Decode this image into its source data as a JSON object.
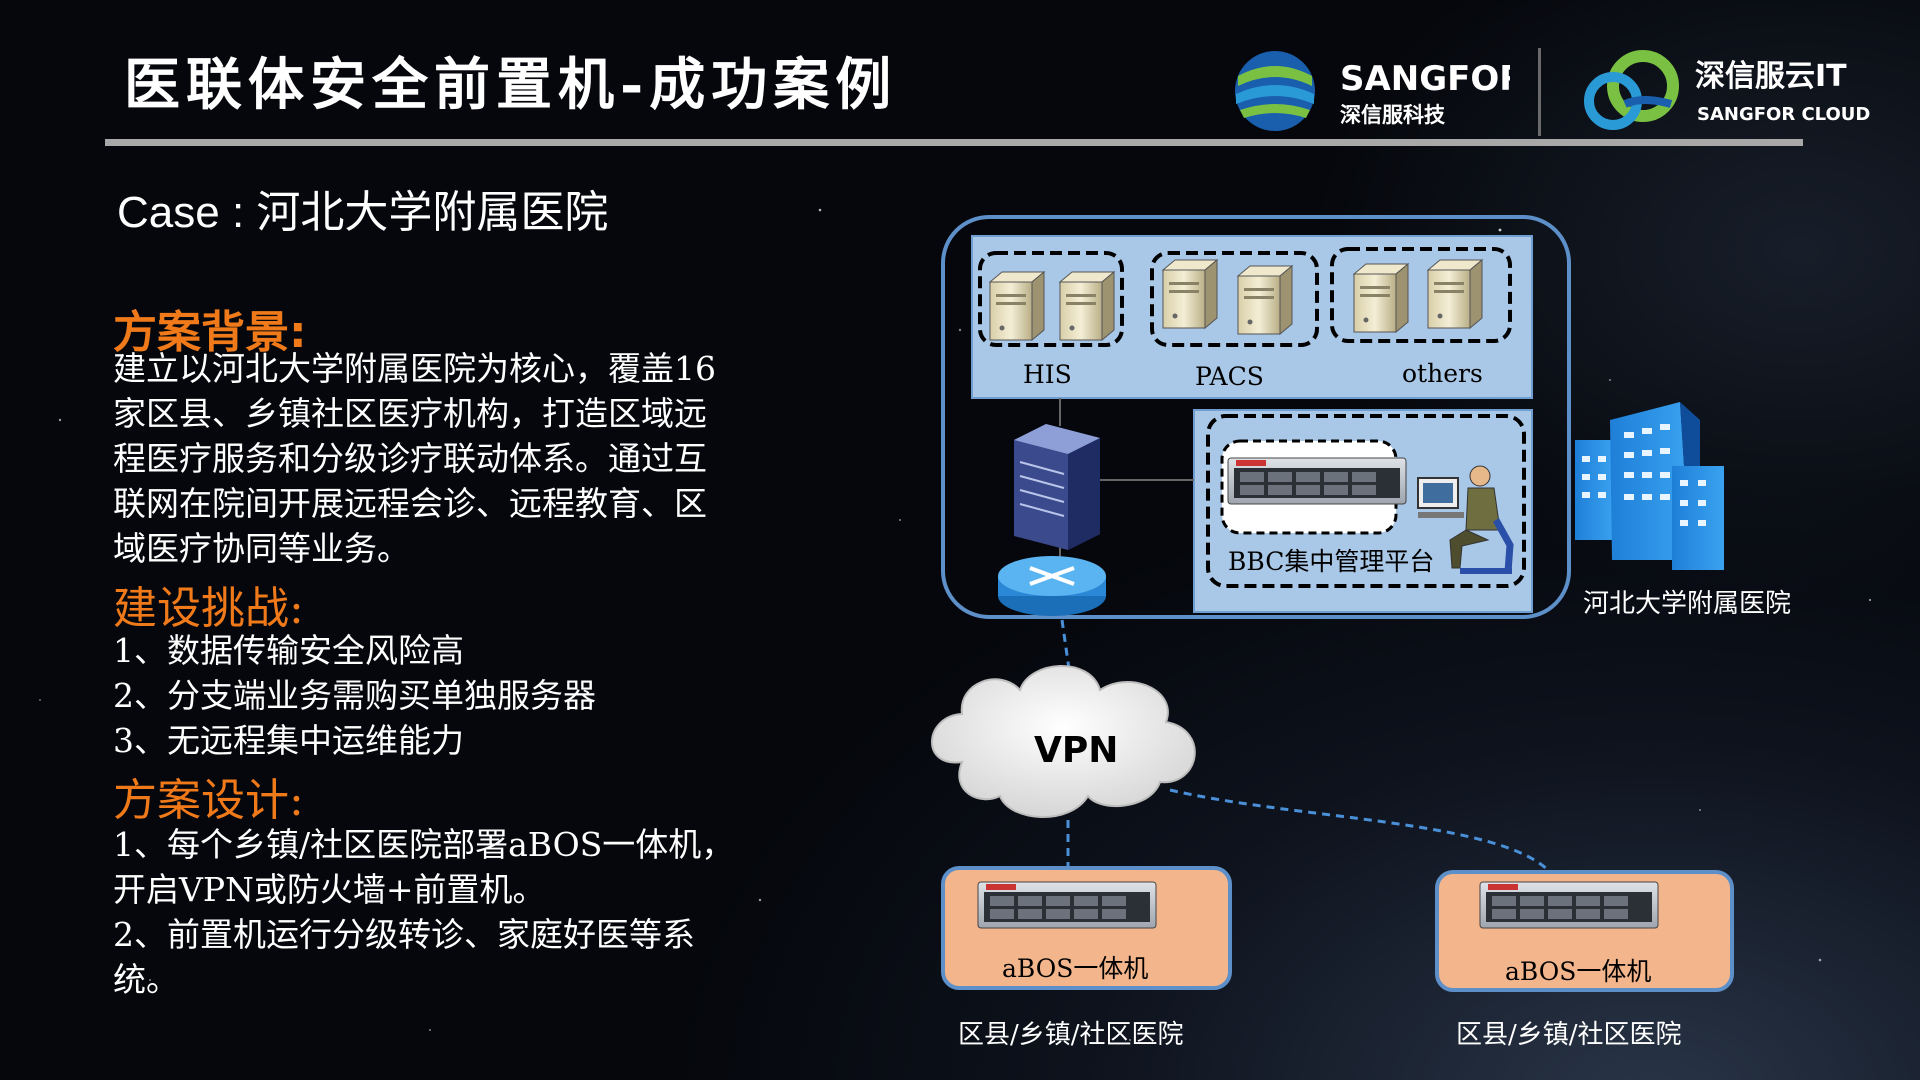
{
  "slide": {
    "title": "医联体安全前置机-成功案例",
    "case_prefix": "Case :",
    "case_name": "河北大学附属医院"
  },
  "logos": {
    "sangfor_name": "SANGFOR",
    "sangfor_cn": "深信服科技",
    "cloud_cn": "深信服云IT",
    "cloud_en": "SANGFOR CLOUD"
  },
  "background": {
    "heading": "方案背景:",
    "lines": [
      "建立以河北大学附属医院为核心，覆盖16",
      "家区县、乡镇社区医疗机构，打造区域远",
      "程医疗服务和分级诊疗联动体系。通过互",
      "联网在院间开展远程会诊、远程教育、区",
      "域医疗协同等业务。"
    ]
  },
  "challenges": {
    "heading": "建设挑战:",
    "items": [
      "1、数据传输安全风险高",
      "2、分支端业务需购买单独服务器",
      "3、无远程集中运维能力"
    ]
  },
  "design": {
    "heading": "方案设计:",
    "lines": [
      "1、每个乡镇/社区医院部署aBOS一体机，",
      "开启VPN或防火墙+前置机。",
      "2、前置机运行分级转诊、家庭好医等系",
      "统。"
    ]
  },
  "diagram": {
    "server_groups": [
      "HIS",
      "PACS",
      "others"
    ],
    "bbc_label": "BBC集中管理平台",
    "hospital_label": "河北大学附属医院",
    "vpn_label": "VPN",
    "branch_device_label": "aBOS一体机",
    "branch_site_label": "区县/乡镇/社区医院"
  },
  "colors": {
    "accent_orange": "#f07a1a",
    "panel_blue": "#a9c7e6",
    "panel_border": "#5d8fc9",
    "branch_fill": "#f3b58c"
  }
}
